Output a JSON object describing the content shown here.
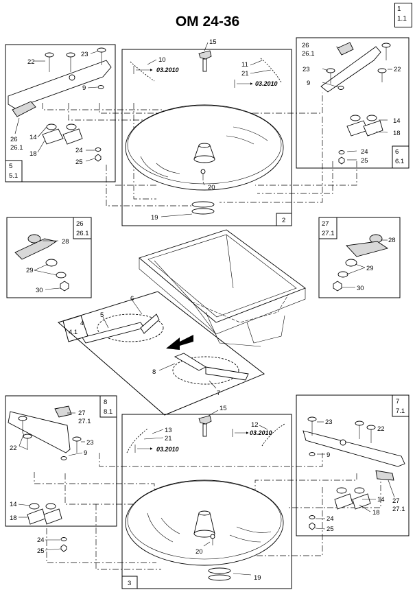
{
  "page": {
    "title": "OM 24-36",
    "number": [
      "1",
      "1.1"
    ]
  },
  "panels": {
    "p5": [
      "5",
      "5.1"
    ],
    "p6": [
      "6",
      "6.1"
    ],
    "p2": [
      "2"
    ],
    "p26": [
      "26",
      "26.1"
    ],
    "p27": [
      "27",
      "27.1"
    ],
    "p4": [
      "4",
      "4.1"
    ],
    "p8": [
      "8",
      "8.1"
    ],
    "p7": [
      "7",
      "7.1"
    ],
    "p3": [
      "3"
    ]
  },
  "dates": {
    "d1": "03.2010",
    "d2": "03.2010",
    "d3": "03.2010",
    "d4": "03.2010"
  },
  "callouts": {
    "a1": "22",
    "a2": "23",
    "a3": "9",
    "a4": "26",
    "a5": "26.1",
    "a6": "14",
    "a7": "18",
    "a8": "24",
    "a9": "25",
    "b1": "15",
    "b2": "10",
    "b3": "11",
    "b4": "21",
    "b5": "20",
    "b6": "19",
    "c1": "26",
    "c2": "26.1",
    "c3": "23",
    "c4": "22",
    "c5": "9",
    "c6": "14",
    "c7": "18",
    "c8": "24",
    "c9": "25",
    "d1": "28",
    "d2": "29",
    "d3": "30",
    "e1": "28",
    "e2": "29",
    "e3": "30",
    "f1": "6",
    "f2": "5",
    "f3": "8",
    "f4": "7",
    "g1": "27",
    "g2": "27.1",
    "g3": "22",
    "g4": "23",
    "g5": "9",
    "g6": "14",
    "g7": "18",
    "g8": "24",
    "g9": "25",
    "h1": "15",
    "h2": "13",
    "h3": "21",
    "h4": "12",
    "h5": "20",
    "h6": "19",
    "i1": "23",
    "i2": "22",
    "i3": "9",
    "i4": "27",
    "i5": "27.1",
    "i6": "14",
    "i7": "18",
    "i8": "24",
    "i9": "25"
  }
}
